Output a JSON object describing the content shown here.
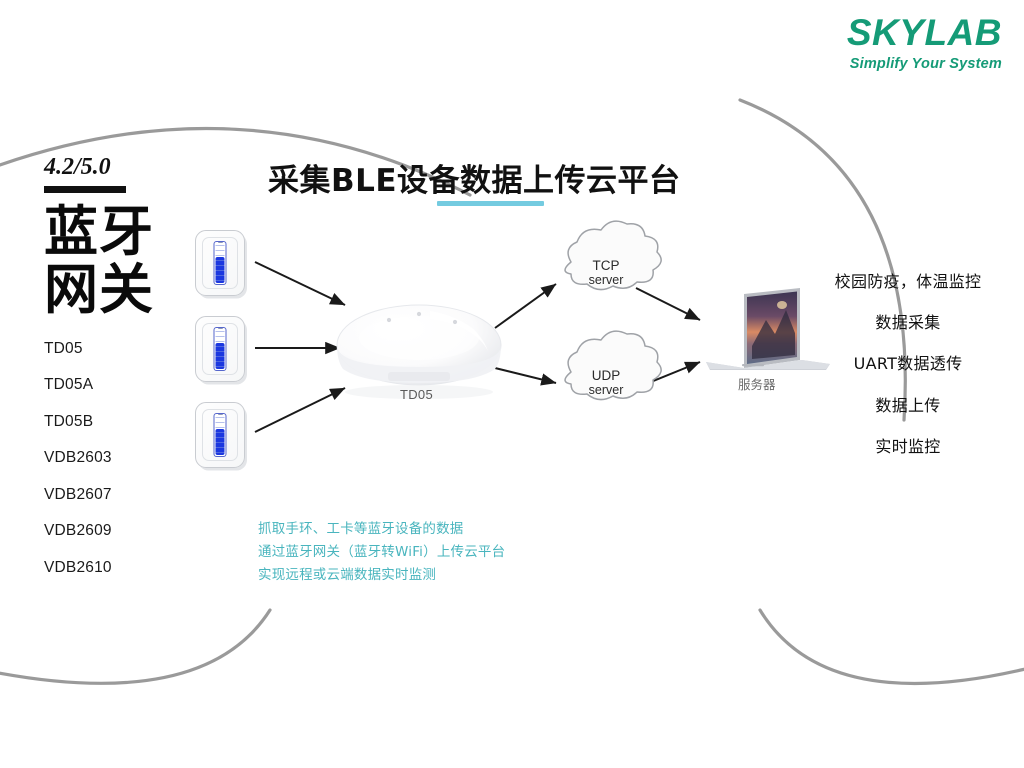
{
  "brand": {
    "name": "SKYLAB",
    "tagline": "Simplify Your System",
    "color": "#159B77"
  },
  "left_panel": {
    "version": "4.2/5.0",
    "heading_line1": "蓝牙",
    "heading_line2": "网关",
    "products": [
      {
        "label": "TD05"
      },
      {
        "label": "TD05A"
      },
      {
        "label": "TD05B"
      },
      {
        "label": "VDB2603"
      },
      {
        "label": "VDB2607"
      },
      {
        "label": "VDB2609"
      },
      {
        "label": "VDB2610"
      }
    ]
  },
  "main": {
    "title": "采集BLE设备数据上传云平台",
    "accent_color": "#74CBE0"
  },
  "diagram": {
    "sensors": [
      {
        "name": "ble-thermometer-1"
      },
      {
        "name": "ble-thermometer-2"
      },
      {
        "name": "ble-thermometer-3"
      }
    ],
    "bluetooth_glyph": "",
    "gateway": {
      "label": "TD05"
    },
    "clouds": [
      {
        "line1": "TCP",
        "line2": "server"
      },
      {
        "line1": "UDP",
        "line2": "server"
      }
    ],
    "server": {
      "label": "服务器"
    }
  },
  "features": [
    {
      "label": "校园防疫，体温监控"
    },
    {
      "label": "数据采集"
    },
    {
      "label": "UART数据透传"
    },
    {
      "label": "数据上传"
    },
    {
      "label": "实时监控"
    }
  ],
  "caption": {
    "color": "#49B5BE",
    "lines": [
      {
        "text": "抓取手环、工卡等蓝牙设备的数据"
      },
      {
        "text": "通过蓝牙网关（蓝牙转WiFi）上传云平台"
      },
      {
        "text": "实现远程或云端数据实时监测"
      }
    ]
  }
}
